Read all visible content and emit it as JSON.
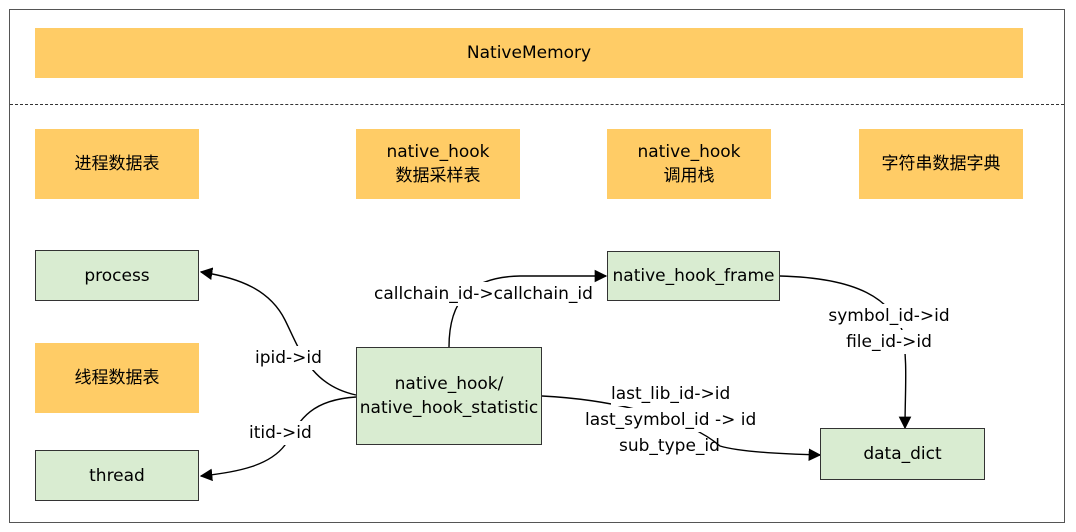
{
  "header": {
    "title": "NativeMemory"
  },
  "categories": {
    "process_table": "进程数据表",
    "native_hook_sample_line1": "native_hook",
    "native_hook_sample_line2": "数据采样表",
    "native_hook_call_line1": "native_hook",
    "native_hook_call_line2": "调用栈",
    "string_dict": "字符串数据字典",
    "thread_table": "线程数据表"
  },
  "tables": {
    "process": "process",
    "thread": "thread",
    "native_hook_line1": "native_hook/",
    "native_hook_line2": "native_hook_statistic",
    "native_hook_frame": "native_hook_frame",
    "data_dict": "data_dict"
  },
  "relations": {
    "ipid": "ipid->id",
    "itid": "itid->id",
    "callchain": "callchain_id->callchain_id",
    "symbol": "symbol_id->id",
    "file": "file_id->id",
    "last_lib": "last_lib_id->id",
    "last_symbol": "last_symbol_id -> id",
    "sub_type": "sub_type_id"
  },
  "colors": {
    "category_fill": "#ffcc66",
    "table_fill": "#d9ecd1",
    "stroke": "#333333"
  }
}
